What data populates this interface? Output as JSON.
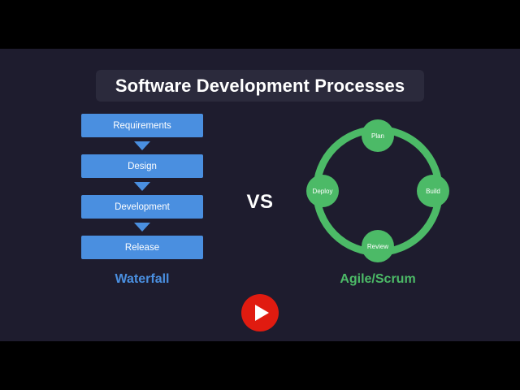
{
  "slide": {
    "title": "Software Development Processes",
    "vs_label": "VS",
    "background_color": "#1e1c2e",
    "title_panel_color": "#2b2a3c"
  },
  "waterfall": {
    "caption": "Waterfall",
    "accent_color": "#4a8fe0",
    "steps": [
      {
        "label": "Requirements"
      },
      {
        "label": "Design"
      },
      {
        "label": "Development"
      },
      {
        "label": "Release"
      }
    ],
    "arrows": [
      {
        "icon": "arrow-down-icon"
      },
      {
        "icon": "arrow-down-icon"
      },
      {
        "icon": "arrow-down-icon"
      }
    ]
  },
  "agile": {
    "caption": "Agile/Scrum",
    "accent_color": "#4cba67",
    "nodes": [
      {
        "label": "Plan",
        "position": "top"
      },
      {
        "label": "Build",
        "position": "right"
      },
      {
        "label": "Review",
        "position": "bottom"
      },
      {
        "label": "Deploy",
        "position": "left"
      }
    ]
  },
  "player": {
    "play_button_icon": "play-icon",
    "play_button_color": "#e01b10"
  }
}
